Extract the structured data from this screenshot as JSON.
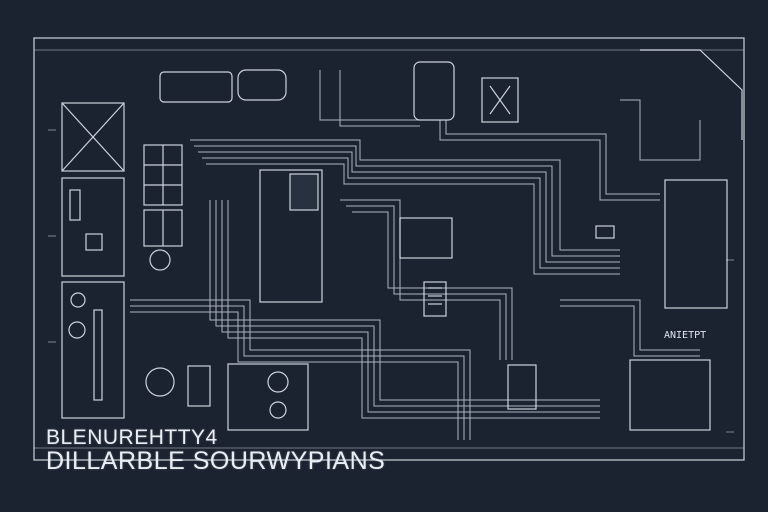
{
  "diagram": {
    "caption_line_1": "BLENUREHTTY4",
    "caption_line_2": "DILLARBLE SOURWYPIANS",
    "side_label": "ANIETPT",
    "colors": {
      "background": "#1b2330",
      "line": "#dfe6ee",
      "panel": "#2a3342"
    }
  }
}
